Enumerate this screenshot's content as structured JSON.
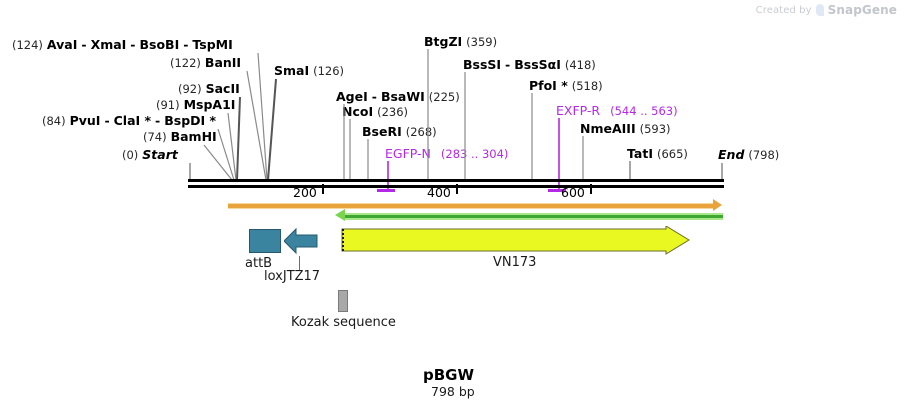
{
  "watermark": {
    "prefix": "Created by",
    "brand": "SnapGene",
    "logo_icon": "snapgene-logo-icon"
  },
  "plasmid": {
    "name": "pBGW",
    "length_label": "798 bp",
    "length_bp": 798,
    "start_label": "Start",
    "start_pos": "(0)",
    "end_label": "End",
    "end_pos": "(798)"
  },
  "ruler": {
    "ticks": [
      {
        "label": "200",
        "value": 200
      },
      {
        "label": "400",
        "value": 400
      },
      {
        "label": "600",
        "value": 600
      }
    ]
  },
  "enzymes": [
    {
      "id": "ava-xma-bso-tsp",
      "pos": "(124)",
      "pos_side": "left",
      "names": [
        "AvaI",
        "XmaI",
        "BsoBI",
        "TspMI"
      ],
      "site": 124
    },
    {
      "id": "banii",
      "pos": "(122)",
      "pos_side": "left",
      "names": [
        "BanII"
      ],
      "site": 122
    },
    {
      "id": "smai",
      "pos": "(126)",
      "pos_side": "right",
      "names": [
        "SmaI"
      ],
      "site": 126
    },
    {
      "id": "sacii",
      "pos": "(92)",
      "pos_side": "left",
      "names": [
        "SacII"
      ],
      "site": 92
    },
    {
      "id": "mspa1i",
      "pos": "(91)",
      "pos_side": "left",
      "names": [
        "MspA1I"
      ],
      "site": 91
    },
    {
      "id": "pvui-clai-bspdi",
      "pos": "(84)",
      "pos_side": "left",
      "names": [
        "PvuI",
        "ClaI *",
        "BspDI *"
      ],
      "site": 84
    },
    {
      "id": "bamhi",
      "pos": "(74)",
      "pos_side": "left",
      "names": [
        "BamHI"
      ],
      "site": 74
    },
    {
      "id": "agei-bsawi",
      "pos": "(225)",
      "pos_side": "right",
      "names": [
        "AgeI",
        "BsaWI"
      ],
      "site": 225
    },
    {
      "id": "ncoi",
      "pos": "(236)",
      "pos_side": "right",
      "names": [
        "NcoI"
      ],
      "site": 236
    },
    {
      "id": "bseri",
      "pos": "(268)",
      "pos_side": "right",
      "names": [
        "BseRI"
      ],
      "site": 268
    },
    {
      "id": "btgzi",
      "pos": "(359)",
      "pos_side": "right",
      "names": [
        "BtgZI"
      ],
      "site": 359
    },
    {
      "id": "bsssi-bsssai",
      "pos": "(418)",
      "pos_side": "right",
      "names": [
        "BssSI",
        "BssSαI"
      ],
      "site": 418
    },
    {
      "id": "pfoi",
      "pos": "(518)",
      "pos_side": "right",
      "names": [
        "PfoI *"
      ],
      "site": 518
    },
    {
      "id": "nmeaiii",
      "pos": "(593)",
      "pos_side": "right",
      "names": [
        "NmeAIII"
      ],
      "site": 593
    },
    {
      "id": "tati",
      "pos": "(665)",
      "pos_side": "right",
      "names": [
        "TatI"
      ],
      "site": 665
    }
  ],
  "primers": [
    {
      "id": "egfp-n",
      "name": "EGFP-N",
      "range": "(283 .. 304)",
      "color": "#b428e8"
    },
    {
      "id": "exfp-r",
      "name": "EXFP-R",
      "range": "(544 .. 563)",
      "color": "#b428e8"
    }
  ],
  "features": [
    {
      "id": "attb",
      "label": "attB",
      "shape": "rect",
      "color": "#3a84a0"
    },
    {
      "id": "loxjtz17",
      "label": "loxJTZ17",
      "shape": "arrow-left",
      "color": "#3a84a0"
    },
    {
      "id": "vn173",
      "label": "VN173",
      "shape": "arrow-right",
      "color": "#e8f820"
    },
    {
      "id": "kozak",
      "label": "Kozak sequence",
      "shape": "block",
      "color": "#a8a8a8"
    }
  ],
  "tracks": [
    {
      "id": "orange-track",
      "color": "#e8a33d",
      "direction": "right"
    },
    {
      "id": "green-track",
      "color": "#3ea832",
      "direction": "left"
    }
  ],
  "separators": {
    "dash": "-"
  }
}
